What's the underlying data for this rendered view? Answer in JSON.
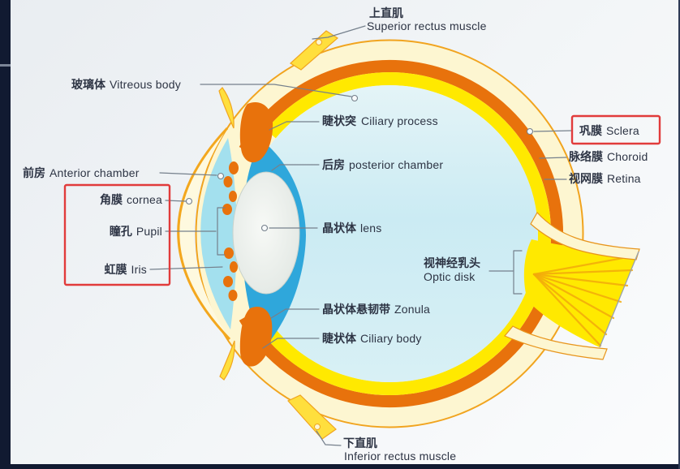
{
  "slide": {
    "topic": "Anatomy of the human eye (sectional diagram, Chinese/English labels)"
  },
  "colors": {
    "cream": "#fdf6d1",
    "orange": "#e8720c",
    "yellow": "#ffe900",
    "vitreous": "#cdedf4",
    "cyan": "#a3e0ee",
    "pblue": "#2fa7db",
    "lens": "#e3e8e4",
    "muscle": "#ffdf3d",
    "box": "#e13b3b",
    "text": "#2d3444",
    "frame": "#111a31"
  },
  "labels": {
    "superior": {
      "zh": "上直肌",
      "en": "Superior rectus muscle"
    },
    "vitreous": {
      "zh": "玻璃体",
      "en": "Vitreous body"
    },
    "ciliary_process": {
      "zh": "睫状突",
      "en": "Ciliary process"
    },
    "posterior_chamber": {
      "zh": "后房",
      "en": "posterior chamber"
    },
    "lens": {
      "zh": "晶状体",
      "en": "lens"
    },
    "anterior_chamber": {
      "zh": "前房",
      "en": "Anterior chamber"
    },
    "cornea": {
      "zh": "角膜",
      "en": "cornea"
    },
    "pupil": {
      "zh": "瞳孔",
      "en": "Pupil"
    },
    "iris": {
      "zh": "虹膜",
      "en": "Iris"
    },
    "zonula": {
      "zh": "晶状体悬韧带",
      "en": "Zonula"
    },
    "ciliary_body": {
      "zh": "睫状体",
      "en": "Ciliary body"
    },
    "optic_disk": {
      "zh": "视神经乳头",
      "en": "Optic disk"
    },
    "sclera": {
      "zh": "巩膜",
      "en": "Sclera"
    },
    "choroid": {
      "zh": "脉络膜",
      "en": "Choroid"
    },
    "retina": {
      "zh": "视网膜",
      "en": "Retina"
    },
    "inferior": {
      "zh": "下直肌",
      "en": "Inferior rectus muscle"
    }
  },
  "highlighted_labels": [
    "cornea",
    "pupil",
    "iris",
    "sclera"
  ]
}
